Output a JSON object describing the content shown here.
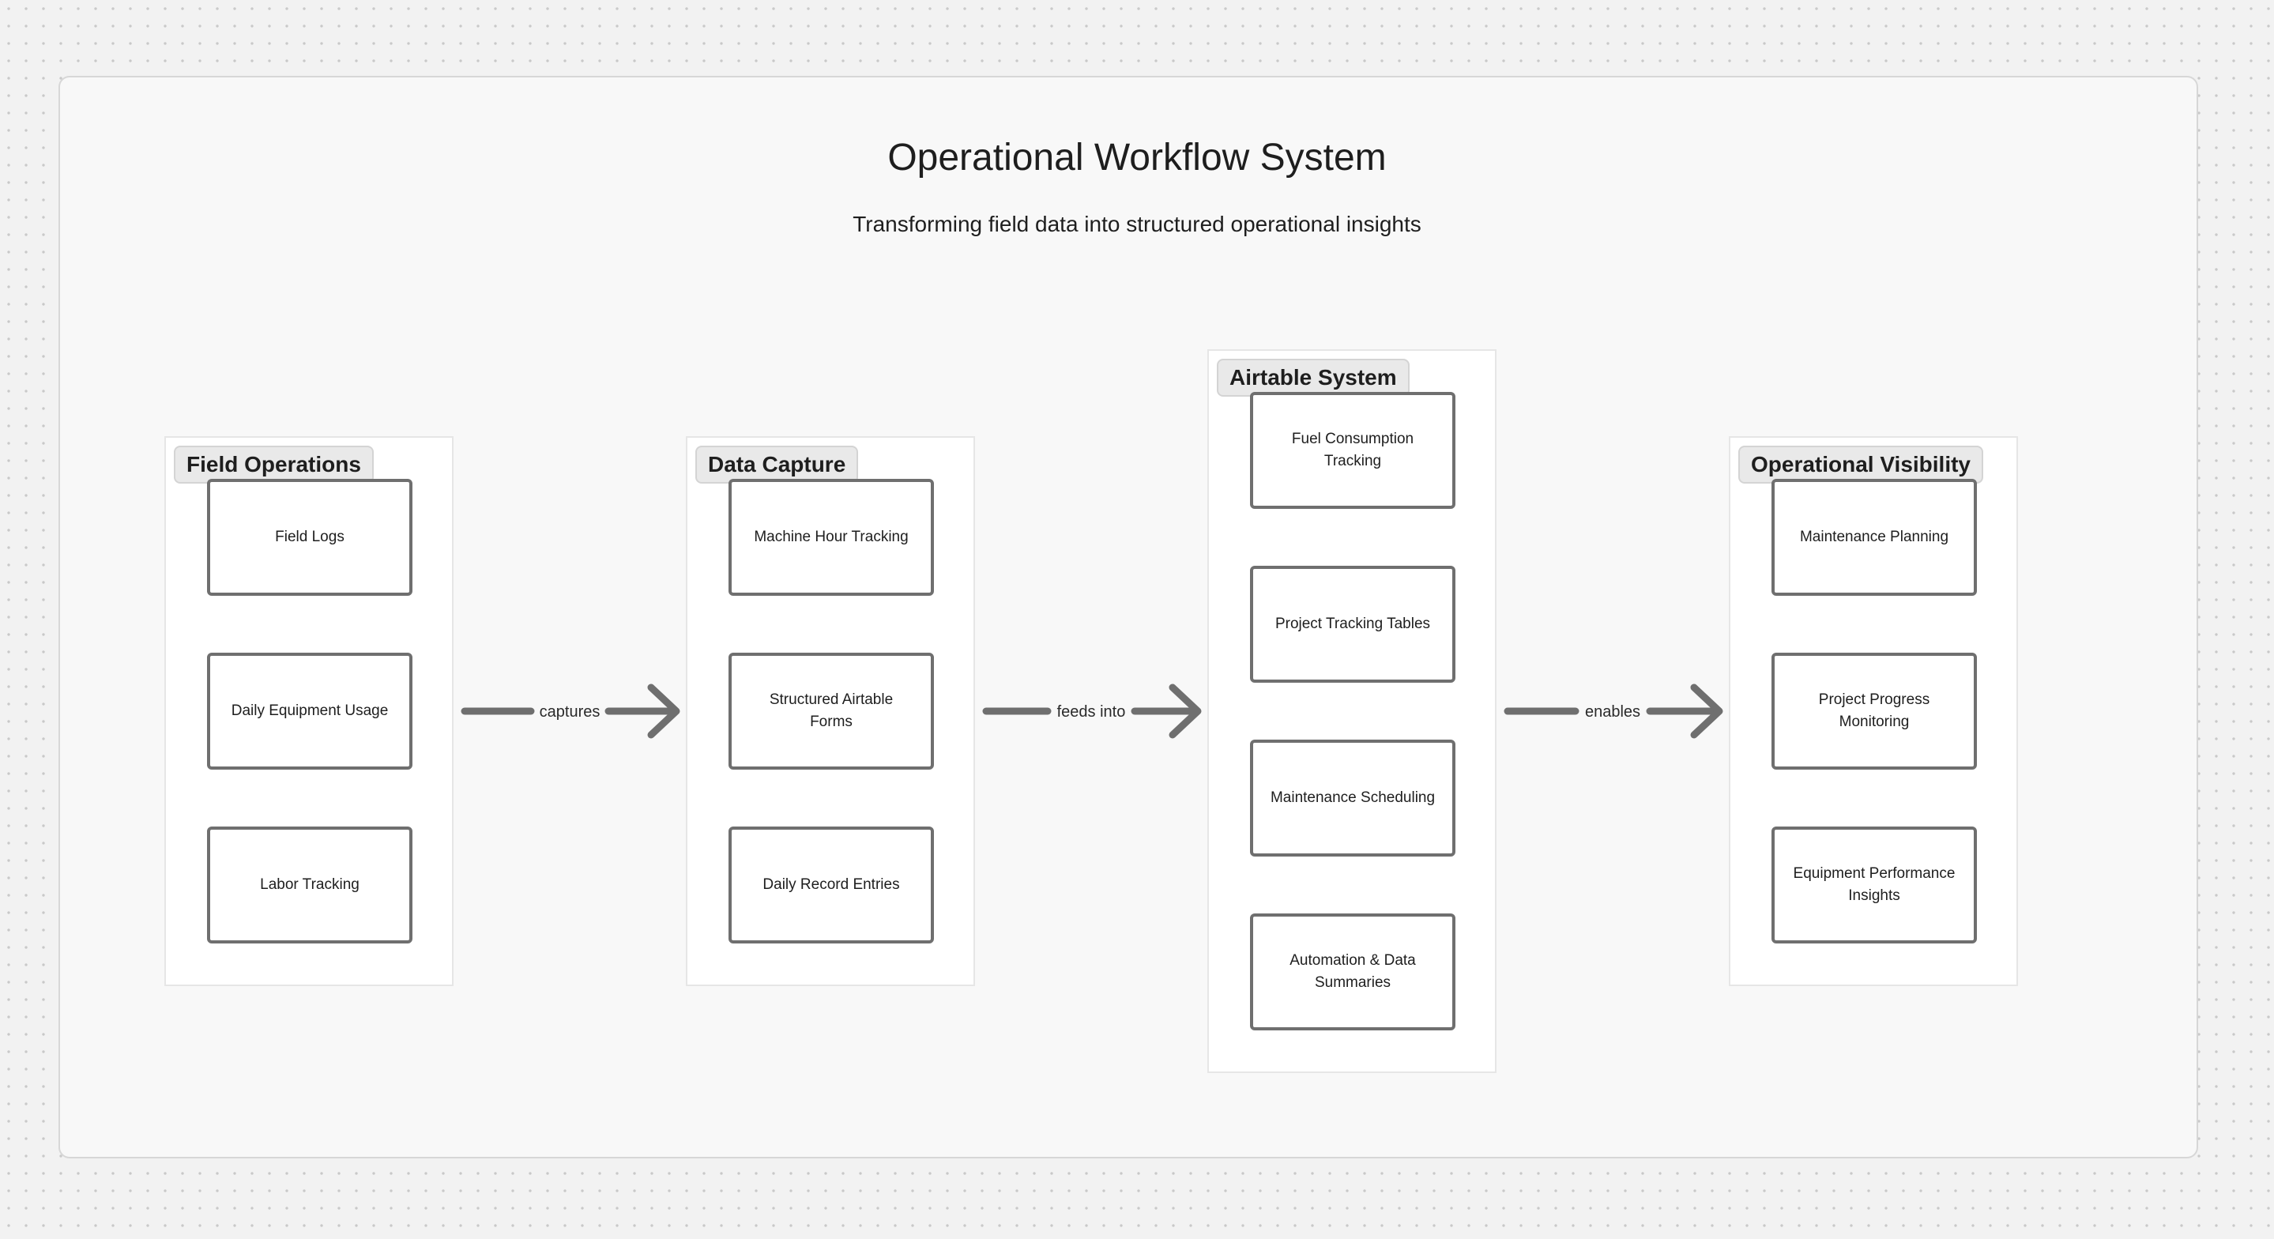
{
  "header": {
    "title": "Operational Workflow System",
    "subtitle": "Transforming field data into structured operational insights"
  },
  "groups": [
    {
      "label": "Field Operations",
      "nodes": [
        "Field Logs",
        "Daily Equipment Usage",
        "Labor Tracking"
      ]
    },
    {
      "label": "Data Capture",
      "nodes": [
        "Machine Hour Tracking",
        "Structured Airtable Forms",
        "Daily Record Entries"
      ]
    },
    {
      "label": "Airtable System",
      "nodes": [
        "Fuel Consumption Tracking",
        "Project Tracking Tables",
        "Maintenance Scheduling",
        "Automation & Data Summaries"
      ]
    },
    {
      "label": "Operational Visibility",
      "nodes": [
        "Maintenance Planning",
        "Project Progress Monitoring",
        "Equipment Performance Insights"
      ]
    }
  ],
  "connectors": [
    {
      "from": "Field Operations",
      "to": "Data Capture",
      "label": "captures"
    },
    {
      "from": "Data Capture",
      "to": "Airtable System",
      "label": "feeds into"
    },
    {
      "from": "Airtable System",
      "to": "Operational Visibility",
      "label": "enables"
    }
  ],
  "colors": {
    "canvas_background": "#f8f8f8",
    "node_border": "#6f6f6f",
    "arrow": "#6f6f6f",
    "label_chip": "#e9e9e9"
  }
}
